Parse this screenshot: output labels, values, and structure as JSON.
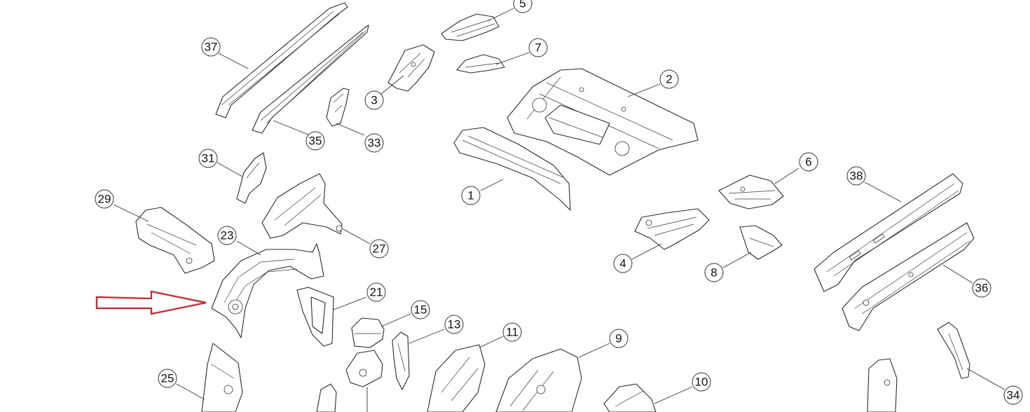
{
  "diagram": {
    "callouts": [
      "37",
      "35",
      "33",
      "3",
      "5",
      "7",
      "2",
      "1",
      "31",
      "29",
      "27",
      "23",
      "21",
      "15",
      "13",
      "11",
      "9",
      "10",
      "25",
      "6",
      "4",
      "8",
      "38",
      "36",
      "34"
    ]
  },
  "colors": {
    "arrow": "#d9232a",
    "line": "#2b2b2b",
    "background": "#ffffff"
  }
}
